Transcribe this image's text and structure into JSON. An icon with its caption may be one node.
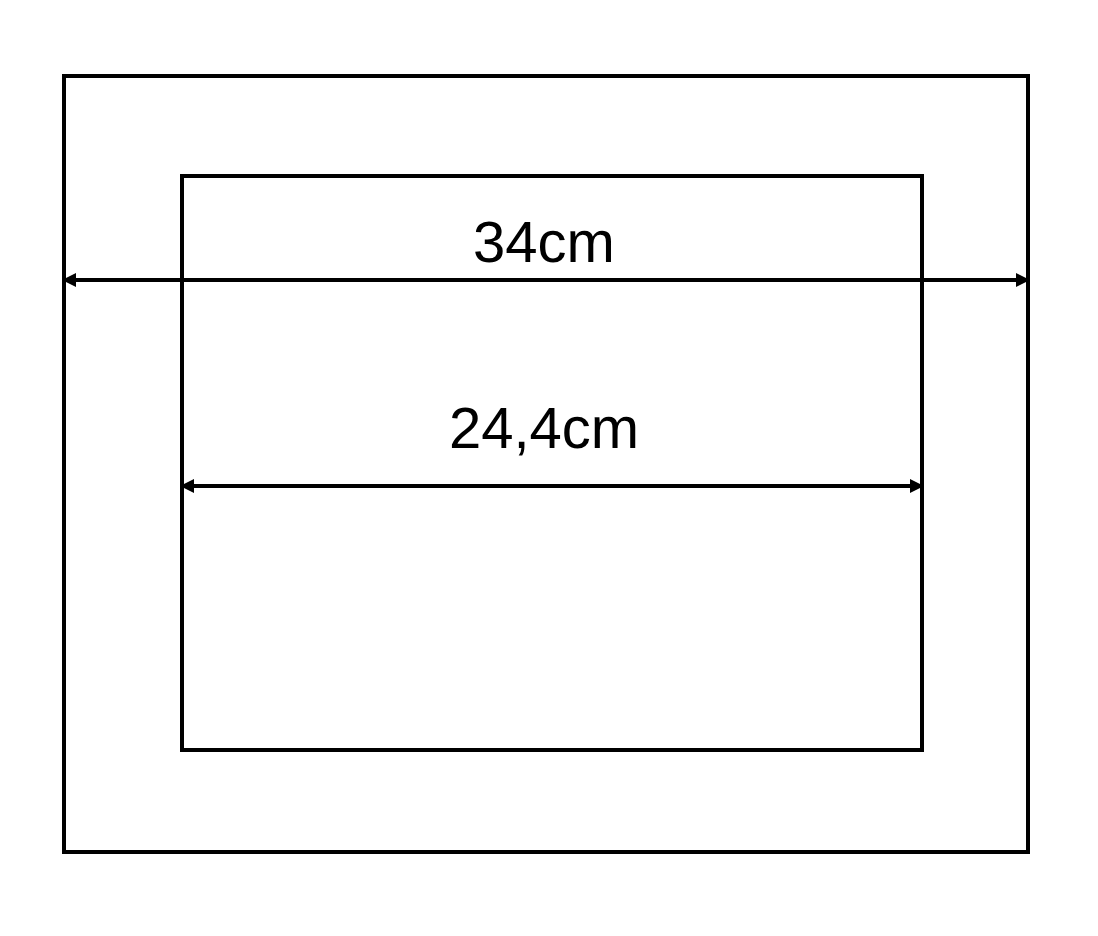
{
  "diagram": {
    "nodes": [
      {
        "text": [],
        "shape": "box"
      },
      {
        "text": [],
        "shape": "box",
        "in": 0
      }
    ],
    "labels": [
      "34cm",
      "24,4cm"
    ]
  }
}
